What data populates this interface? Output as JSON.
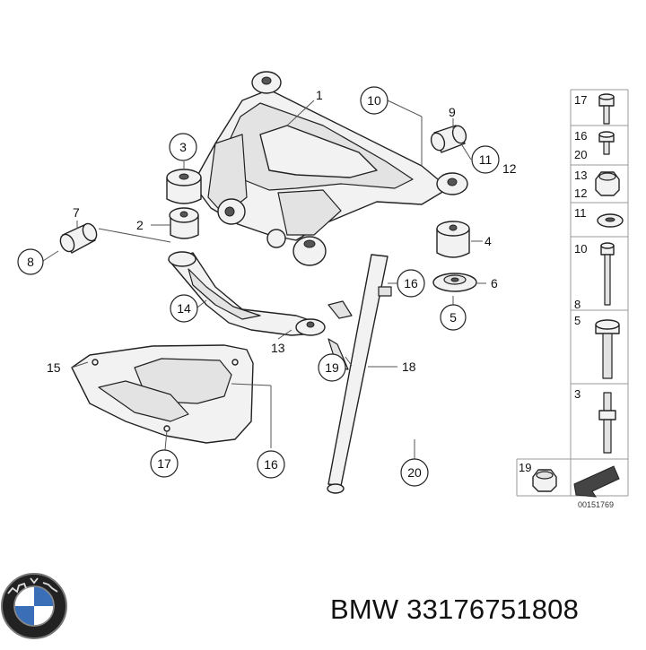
{
  "callouts": [
    {
      "num": "1",
      "circled": false
    },
    {
      "num": "2",
      "circled": false
    },
    {
      "num": "3",
      "circled": true
    },
    {
      "num": "4",
      "circled": false
    },
    {
      "num": "5",
      "circled": true
    },
    {
      "num": "6",
      "circled": false
    },
    {
      "num": "7",
      "circled": false
    },
    {
      "num": "8",
      "circled": true
    },
    {
      "num": "9",
      "circled": false
    },
    {
      "num": "10",
      "circled": true
    },
    {
      "num": "11",
      "circled": true
    },
    {
      "num": "12",
      "circled": false
    },
    {
      "num": "13",
      "circled": false
    },
    {
      "num": "14",
      "circled": true
    },
    {
      "num": "15",
      "circled": false
    },
    {
      "num": "16",
      "circled": true
    },
    {
      "num": "16",
      "circled": true
    },
    {
      "num": "17",
      "circled": true
    },
    {
      "num": "18",
      "circled": false
    },
    {
      "num": "19",
      "circled": true
    },
    {
      "num": "20",
      "circled": true
    }
  ],
  "parts_panel": [
    {
      "labels": [
        "17"
      ]
    },
    {
      "labels": [
        "16",
        "20"
      ]
    },
    {
      "labels": [
        "13",
        "12"
      ]
    },
    {
      "labels": [
        "11"
      ]
    },
    {
      "labels": [
        "10",
        "8"
      ]
    },
    {
      "labels": [
        "5"
      ]
    },
    {
      "labels": [
        "3"
      ]
    },
    {
      "labels": [
        "19"
      ]
    }
  ],
  "diagram_code": "00151769",
  "brand": {
    "logo_name": "BMW",
    "text": "BMW 33176751808"
  }
}
